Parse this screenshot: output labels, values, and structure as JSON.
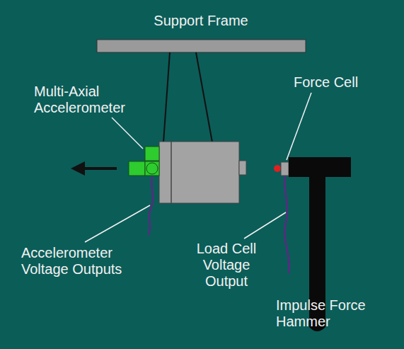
{
  "diagram": {
    "labels": [
      "Support Frame",
      "Multi-Axial Accelerometer",
      "Force Cell",
      "Load Cell Voltage Output",
      "Accelerometer Voltage Outputs",
      "Impulse Force Hammer"
    ]
  }
}
